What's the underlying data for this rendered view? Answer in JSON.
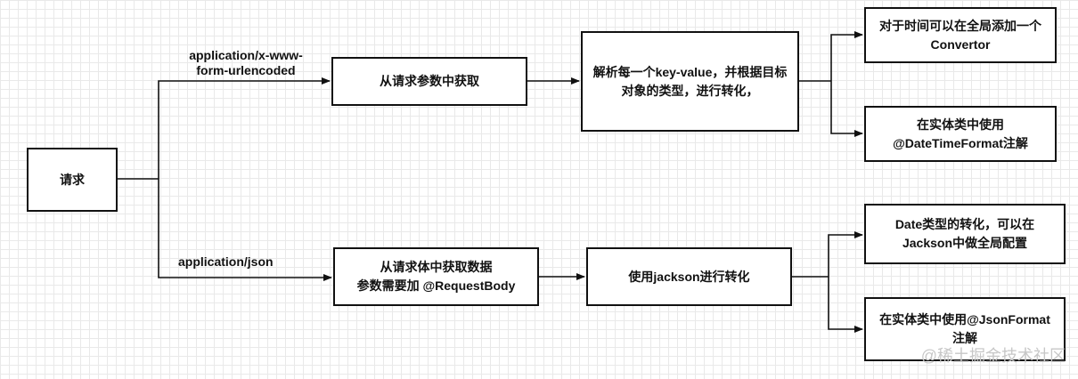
{
  "diagram": {
    "nodes": {
      "request": "请求",
      "from_params": "从请求参数中获取",
      "parse_kv": "解析每一个key-value，并根据目标\n对象的类型，进行转化，",
      "global_convertor": "对于时间可以在全局添加一个\nConvertor",
      "datetimeformat": "在实体类中使用\n@DateTimeFormat注解",
      "from_body": "从请求体中获取数据\n参数需要加 @RequestBody",
      "jackson_convert": "使用jackson进行转化",
      "jackson_global": "Date类型的转化，可以在\nJackson中做全局配置",
      "jsonformat": "在实体类中使用@JsonFormat\n注解"
    },
    "edge_labels": {
      "form_urlencoded": "application/x-www-\nform-urlencoded",
      "json": "application/json"
    }
  },
  "watermark": "@稀土掘金技术社区",
  "colors": {
    "stroke": "#111111",
    "grid": "#e9e9e9",
    "background": "#ffffff"
  }
}
